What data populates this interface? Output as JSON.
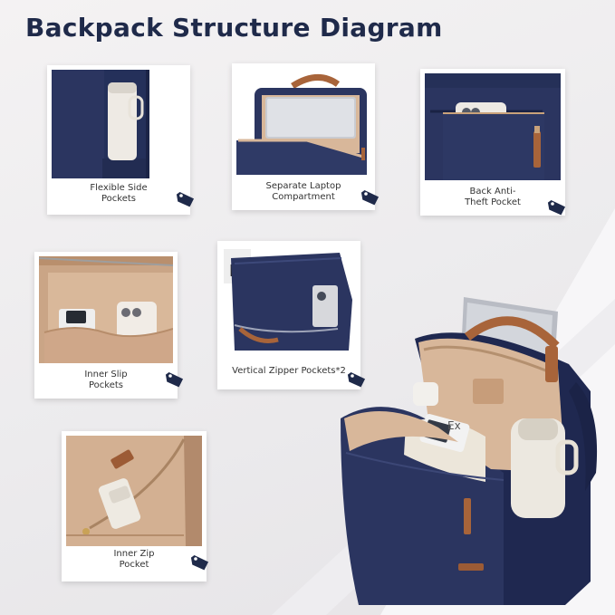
{
  "title": "Backpack Structure Diagram",
  "colors": {
    "navy": "#1f2a4a",
    "bag_navy": "#2b3560",
    "tan": "#d8b79a",
    "leather": "#a8643a",
    "tag": "#1f2a4a"
  },
  "cards": [
    {
      "label": "Flexible Side\nPockets",
      "icon": "price-tag-icon"
    },
    {
      "label": "Separate Laptop\nCompartment",
      "icon": "price-tag-icon"
    },
    {
      "label": "Back Anti-\nTheft Pocket",
      "icon": "price-tag-icon"
    },
    {
      "label": "Inner Slip\nPockets",
      "icon": "price-tag-icon"
    },
    {
      "label": "Vertical Zipper Pockets*2",
      "icon": "price-tag-icon"
    },
    {
      "label": "Inner Zip\nPocket",
      "icon": "price-tag-icon"
    }
  ]
}
